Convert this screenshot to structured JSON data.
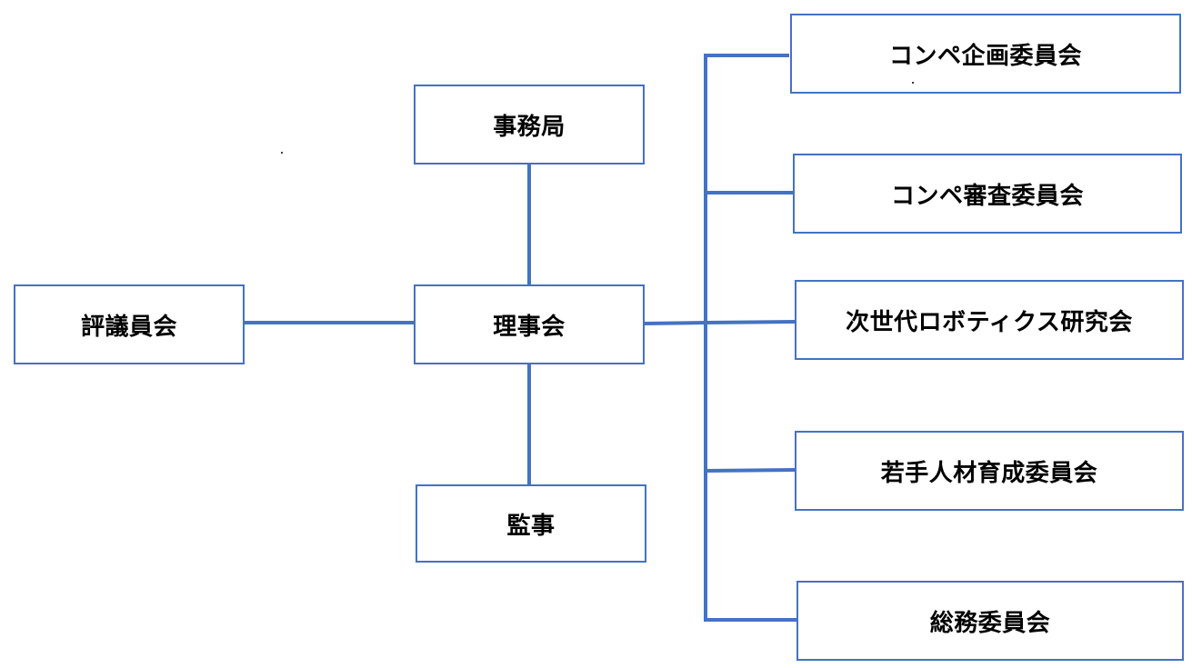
{
  "diagram": {
    "line_color": "#4472c4",
    "border_color": "#4472c4",
    "nodes": {
      "council": "評議員会",
      "secretariat": "事務局",
      "board": "理事会",
      "auditor": "監事",
      "competition_planning": "コンペ企画委員会",
      "competition_review": "コンペ審査委員会",
      "next_gen_robotics": "次世代ロボティクス研究会",
      "young_talent": "若手人材育成委員会",
      "general_affairs": "総務委員会"
    }
  }
}
